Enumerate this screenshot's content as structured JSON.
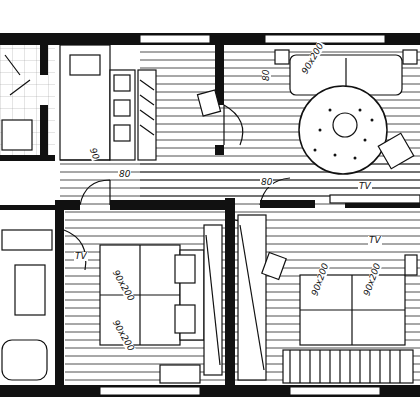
{
  "diagram": {
    "labels": [
      "90x200",
      "90x200",
      "90x200",
      "90x200",
      "90x200",
      "TV",
      "TV",
      "TV",
      "80",
      "80",
      "90",
      "80"
    ]
  }
}
